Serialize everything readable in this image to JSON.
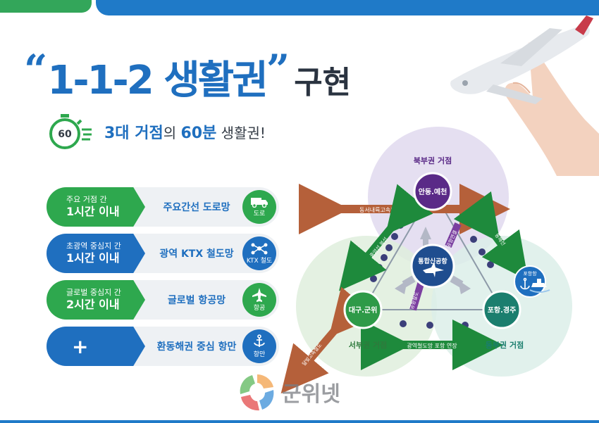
{
  "title": {
    "open_quote": "“",
    "main": "1-1-2 생활권",
    "close_quote": "”",
    "suffix": "구현"
  },
  "subtitle": {
    "timer_label": "60",
    "part1": "3대 거점",
    "part2": "의 ",
    "part3": "60분",
    "part4": " 생활권!"
  },
  "rows": [
    {
      "small": "주요 거점 간",
      "large": "1시간 이내",
      "text": "주요간선 도로망",
      "icon_label": "도로",
      "icon": "truck-icon"
    },
    {
      "small": "초광역 중심지 간",
      "large": "1시간 이내",
      "text": "광역 KTX 철도망",
      "icon_label": "KTX 철도",
      "icon": "rail-network-icon"
    },
    {
      "small": "글로벌 중심지 간",
      "large": "2시간 이내",
      "text": "글로벌 항공망",
      "icon_label": "항공",
      "icon": "airplane-icon"
    },
    {
      "plus": "+",
      "text": "환동해권 중심 항만",
      "icon_label": "항만",
      "icon": "anchor-icon"
    }
  ],
  "diagram": {
    "north_region": "북부권 거점",
    "north_hub": "안동.예천",
    "center_hub": "통합신공항",
    "west_hub": "대구.군위",
    "west_region": "서부권 거점",
    "east_hub": "포항.경주",
    "east_region": "동부권 거점",
    "port_label": "포항항",
    "arrow_top": "동서내륙고속도로",
    "arrow_bottom": "광역철도망 포항 연장",
    "arrow_west_diag": "중앙선 복선",
    "arrow_east_diag": "동해선",
    "arrow_center_up": "공항연결",
    "arrow_center_down": "공항철도",
    "arrow_sw": "달빛고속철도"
  },
  "watermark": {
    "text": "군위넷"
  },
  "colors": {
    "blue": "#1f6fbf",
    "green": "#2ea84e",
    "purple": "#5a2a87",
    "teal": "#1b7e6e"
  }
}
